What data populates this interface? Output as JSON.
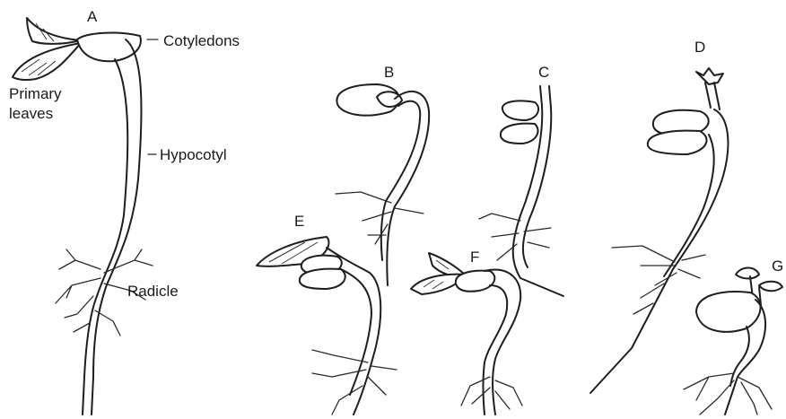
{
  "labels": {
    "seedling_a": "A",
    "seedling_b": "B",
    "seedling_c": "C",
    "seedling_d": "D",
    "seedling_e": "E",
    "seedling_f": "F",
    "seedling_g": "G",
    "cotyledons": "Cotyledons",
    "primary_leaves_line1": "Primary",
    "primary_leaves_line2": "leaves",
    "hypocotyl": "Hypocotyl",
    "radicle": "Radicle"
  }
}
